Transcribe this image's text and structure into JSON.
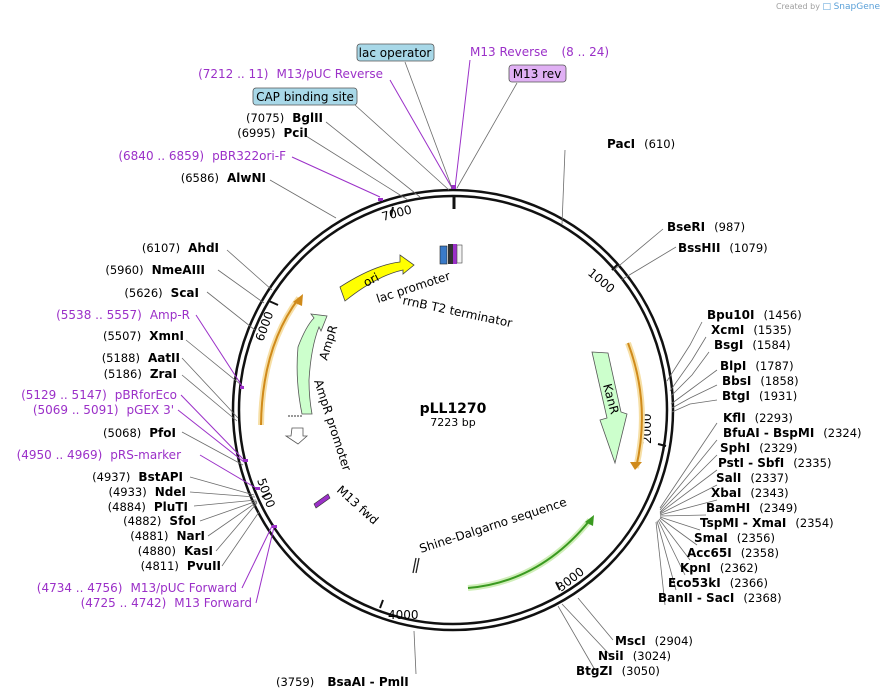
{
  "watermark": {
    "prefix": "Created by",
    "brand": "SnapGene",
    "icon": "snapgene-logo-icon"
  },
  "plasmid": {
    "name": "pLL1270",
    "length_label": "7223 bp",
    "total_bp": 7223
  },
  "ticks": [
    "1000",
    "2000",
    "3000",
    "4000",
    "5000",
    "6000",
    "7000"
  ],
  "boxed_labels": [
    {
      "text": "lac operator",
      "color": "#a8d8e8"
    },
    {
      "text": "CAP binding site",
      "color": "#a8d8e8"
    },
    {
      "text": "M13 rev",
      "color": "#e0b0f4"
    }
  ],
  "top_primer": {
    "name": "M13 Reverse",
    "range": "(8 .. 24)"
  },
  "right_sites": [
    {
      "name": "PacI",
      "pos": "(610)"
    },
    {
      "name": "BseRI",
      "pos": "(987)"
    },
    {
      "name": "BssHII",
      "pos": "(1079)"
    },
    {
      "name": "Bpu10I",
      "pos": "(1456)"
    },
    {
      "name": "XcmI",
      "pos": "(1535)"
    },
    {
      "name": "BsgI",
      "pos": "(1584)"
    },
    {
      "name": "BlpI",
      "pos": "(1787)"
    },
    {
      "name": "BbsI",
      "pos": "(1858)"
    },
    {
      "name": "BtgI",
      "pos": "(1931)"
    },
    {
      "name": "KflI",
      "pos": "(2293)"
    },
    {
      "name": "BfuAI  - BspMI",
      "pos": "(2324)"
    },
    {
      "name": "SphI",
      "pos": "(2329)"
    },
    {
      "name": "PstI  - SbfI",
      "pos": "(2335)"
    },
    {
      "name": "SalI",
      "pos": "(2337)"
    },
    {
      "name": "XbaI",
      "pos": "(2343)"
    },
    {
      "name": "BamHI",
      "pos": "(2349)"
    },
    {
      "name": "TspMI  - XmaI",
      "pos": "(2354)"
    },
    {
      "name": "SmaI",
      "pos": "(2356)"
    },
    {
      "name": "Acc65I",
      "pos": "(2358)"
    },
    {
      "name": "KpnI",
      "pos": "(2362)"
    },
    {
      "name": "Eco53kI",
      "pos": "(2366)"
    },
    {
      "name": "BanII  - SacI",
      "pos": "(2368)"
    },
    {
      "name": "MscI",
      "pos": "(2904)"
    },
    {
      "name": "NsiI",
      "pos": "(3024)"
    },
    {
      "name": "BtgZI",
      "pos": "(3050)"
    }
  ],
  "bottom_site": {
    "pos": "(3759)",
    "name": "BsaAI  - PmlI"
  },
  "left_entries": [
    {
      "kind": "primer",
      "range": "(7212 .. 11)",
      "name": "M13/pUC Reverse"
    },
    {
      "kind": "site",
      "pos": "(7075)",
      "name": "BglII"
    },
    {
      "kind": "site",
      "pos": "(6995)",
      "name": "PciI"
    },
    {
      "kind": "primer",
      "range": "(6840 .. 6859)",
      "name": "pBR322ori-F"
    },
    {
      "kind": "site",
      "pos": "(6586)",
      "name": "AlwNI"
    },
    {
      "kind": "site",
      "pos": "(6107)",
      "name": "AhdI"
    },
    {
      "kind": "site",
      "pos": "(5960)",
      "name": "NmeAIII"
    },
    {
      "kind": "site",
      "pos": "(5626)",
      "name": "ScaI"
    },
    {
      "kind": "primer",
      "range": "(5538 .. 5557)",
      "name": "Amp-R"
    },
    {
      "kind": "site",
      "pos": "(5507)",
      "name": "XmnI"
    },
    {
      "kind": "site",
      "pos": "(5188)",
      "name": "AatII"
    },
    {
      "kind": "site",
      "pos": "(5186)",
      "name": "ZraI"
    },
    {
      "kind": "primer",
      "range": "(5129 .. 5147)",
      "name": "pBRforEco"
    },
    {
      "kind": "primer",
      "range": "(5069 .. 5091)",
      "name": "pGEX 3'"
    },
    {
      "kind": "site",
      "pos": "(5068)",
      "name": "PfoI"
    },
    {
      "kind": "primer",
      "range": "(4950 .. 4969)",
      "name": "pRS-marker"
    },
    {
      "kind": "site",
      "pos": "(4937)",
      "name": "BstAPI"
    },
    {
      "kind": "site",
      "pos": "(4933)",
      "name": "NdeI"
    },
    {
      "kind": "site",
      "pos": "(4884)",
      "name": "PluTI"
    },
    {
      "kind": "site",
      "pos": "(4882)",
      "name": "SfoI"
    },
    {
      "kind": "site",
      "pos": "(4881)",
      "name": "NarI"
    },
    {
      "kind": "site",
      "pos": "(4880)",
      "name": "KasI"
    },
    {
      "kind": "site",
      "pos": "(4811)",
      "name": "PvuII"
    },
    {
      "kind": "primer",
      "range": "(4734 .. 4756)",
      "name": "M13/pUC Forward"
    },
    {
      "kind": "primer",
      "range": "(4725 .. 4742)",
      "name": "M13 Forward"
    }
  ],
  "features": [
    {
      "name": "ori",
      "color": "#ffff00"
    },
    {
      "name": "KanR",
      "color": "#ccffcc"
    },
    {
      "name": "AmpR",
      "color": "#ccffcc"
    },
    {
      "name": "AmpR promoter",
      "color": "#ffffff"
    },
    {
      "name": "lac promoter",
      "color": "#ffffff"
    },
    {
      "name": "rrnB T2 terminator",
      "color": "#ffffff"
    },
    {
      "name": "M13 fwd",
      "color": "#9b30c8"
    },
    {
      "name": "Shine-Dalgarno sequence",
      "color": "#ffffff"
    }
  ],
  "colors": {
    "backbone": "#111111",
    "primer": "#9b30c8",
    "orf_orange": "#e8a23a",
    "orf_green": "#3a9a20"
  }
}
